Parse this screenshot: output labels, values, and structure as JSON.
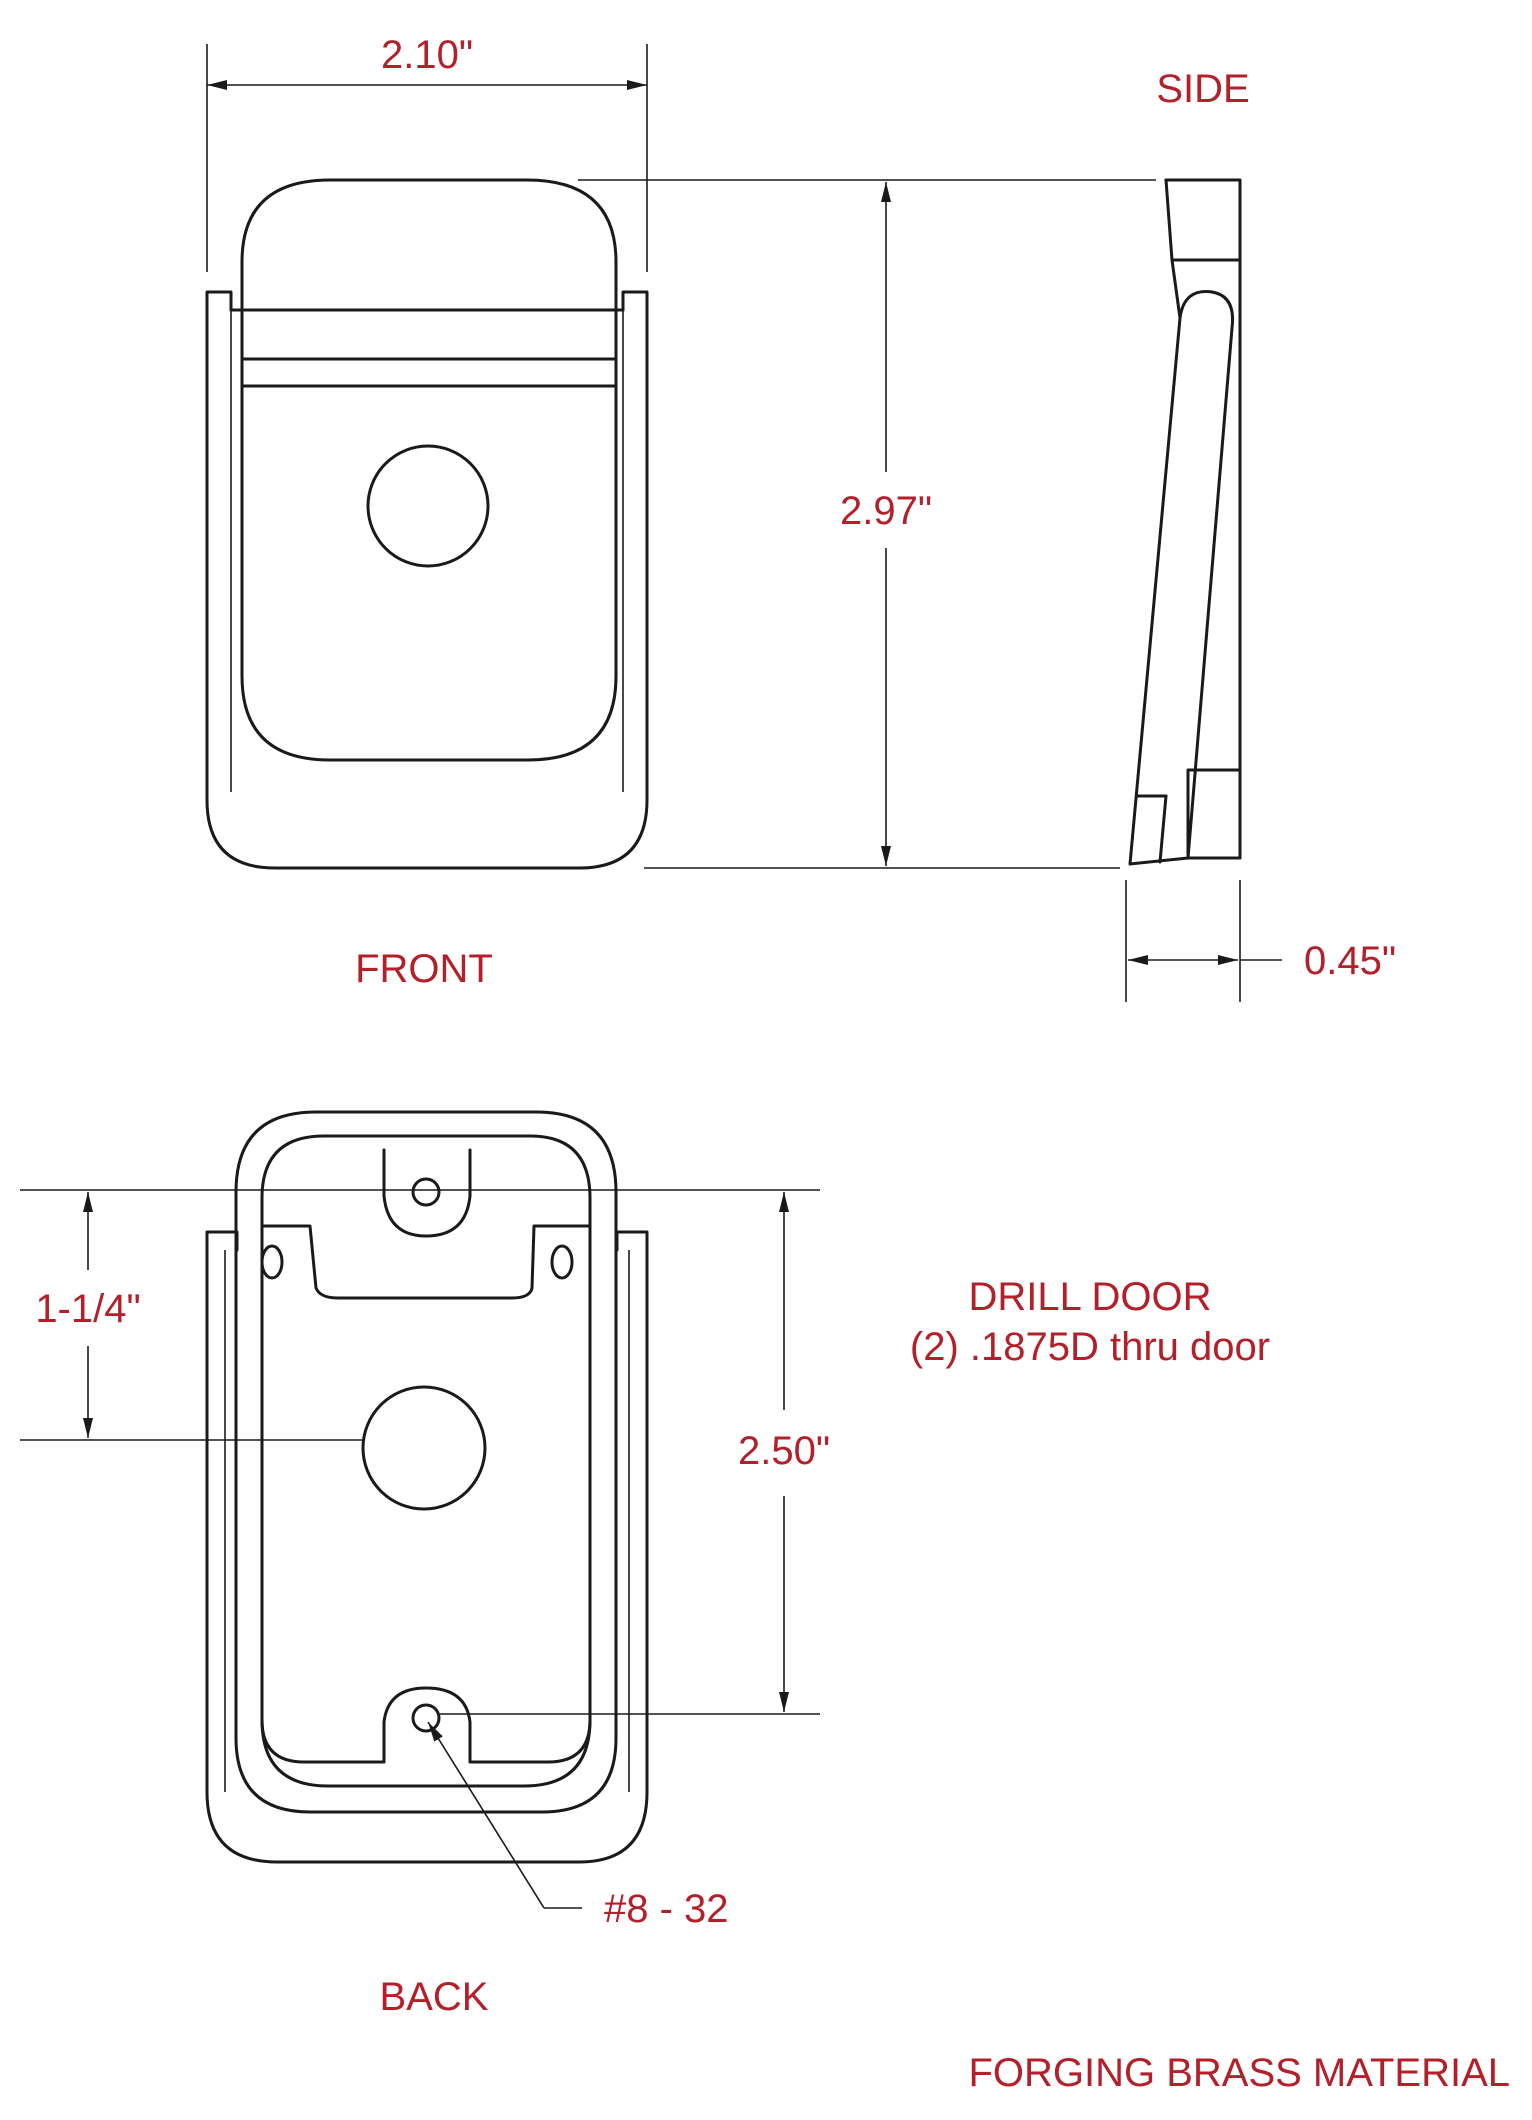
{
  "views": {
    "front_label": "FRONT",
    "side_label": "SIDE",
    "back_label": "BACK"
  },
  "dimensions": {
    "front_width": "2.10\"",
    "overall_height": "2.97\"",
    "side_depth": "0.45\"",
    "back_hole_offset": "1-1/4\"",
    "back_hole_spacing": "2.50\""
  },
  "notes": {
    "drill_line1": "DRILL DOOR",
    "drill_line2": "(2) .1875D thru door",
    "thread_callout": "#8 - 32",
    "material": "FORGING BRASS MATERIAL"
  },
  "colors": {
    "text_accent": "#b3202a",
    "line": "#1a1a1a"
  }
}
